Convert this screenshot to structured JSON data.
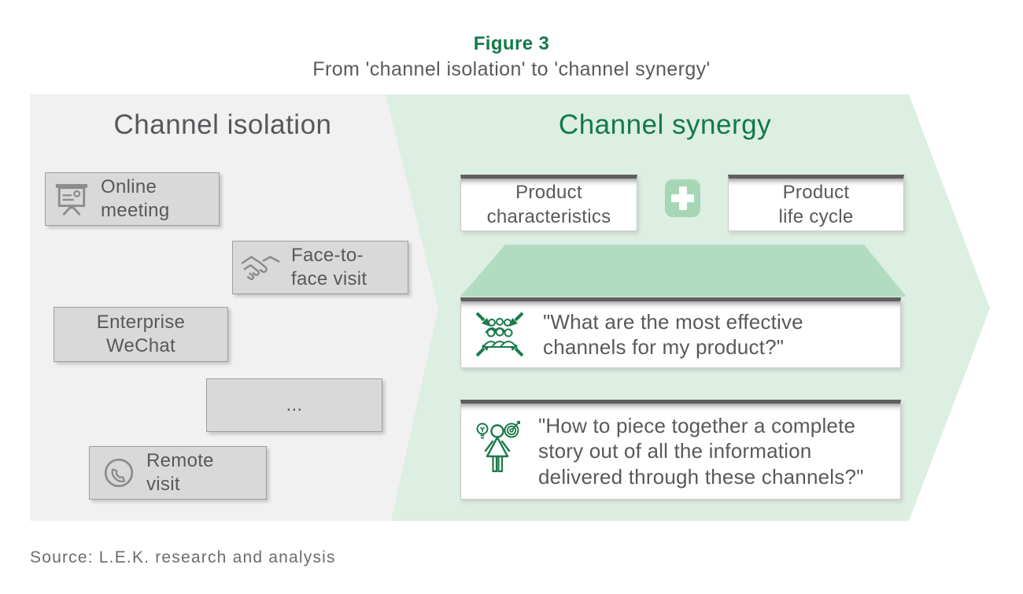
{
  "colors": {
    "accent_green": "#117a49",
    "panel_green": "#ddeee3",
    "panel_gray": "#f0f1f0",
    "funnel_green": "#b2dcc2",
    "box_gray": "#d8d9d8",
    "text_gray": "#58595b"
  },
  "header": {
    "figure_label": "Figure 3",
    "subtitle": "From 'channel isolation' to 'channel synergy'"
  },
  "isolation": {
    "heading": "Channel isolation",
    "boxes": [
      {
        "icon": "presentation-icon",
        "label": "Online\nmeeting"
      },
      {
        "icon": "handshake-icon",
        "label": "Face-to-\nface visit"
      },
      {
        "icon": "",
        "label": "Enterprise\nWeChat"
      },
      {
        "icon": "",
        "label": "..."
      },
      {
        "icon": "phone-icon",
        "label": "Remote\nvisit"
      }
    ]
  },
  "synergy": {
    "heading": "Channel synergy",
    "inputs": [
      {
        "label": "Product\ncharacteristics"
      },
      {
        "label": "Product\nlife cycle"
      }
    ],
    "plus_icon": "plus-icon",
    "questions": [
      {
        "icon": "audience-convergence-icon",
        "text": "\"What are the most effective\nchannels for my product?\""
      },
      {
        "icon": "idea-target-person-icon",
        "text": "\"How to piece together a complete\nstory out of all the information\ndelivered through these channels?\""
      }
    ]
  },
  "footer": {
    "source": "Source: L.E.K. research and analysis"
  }
}
